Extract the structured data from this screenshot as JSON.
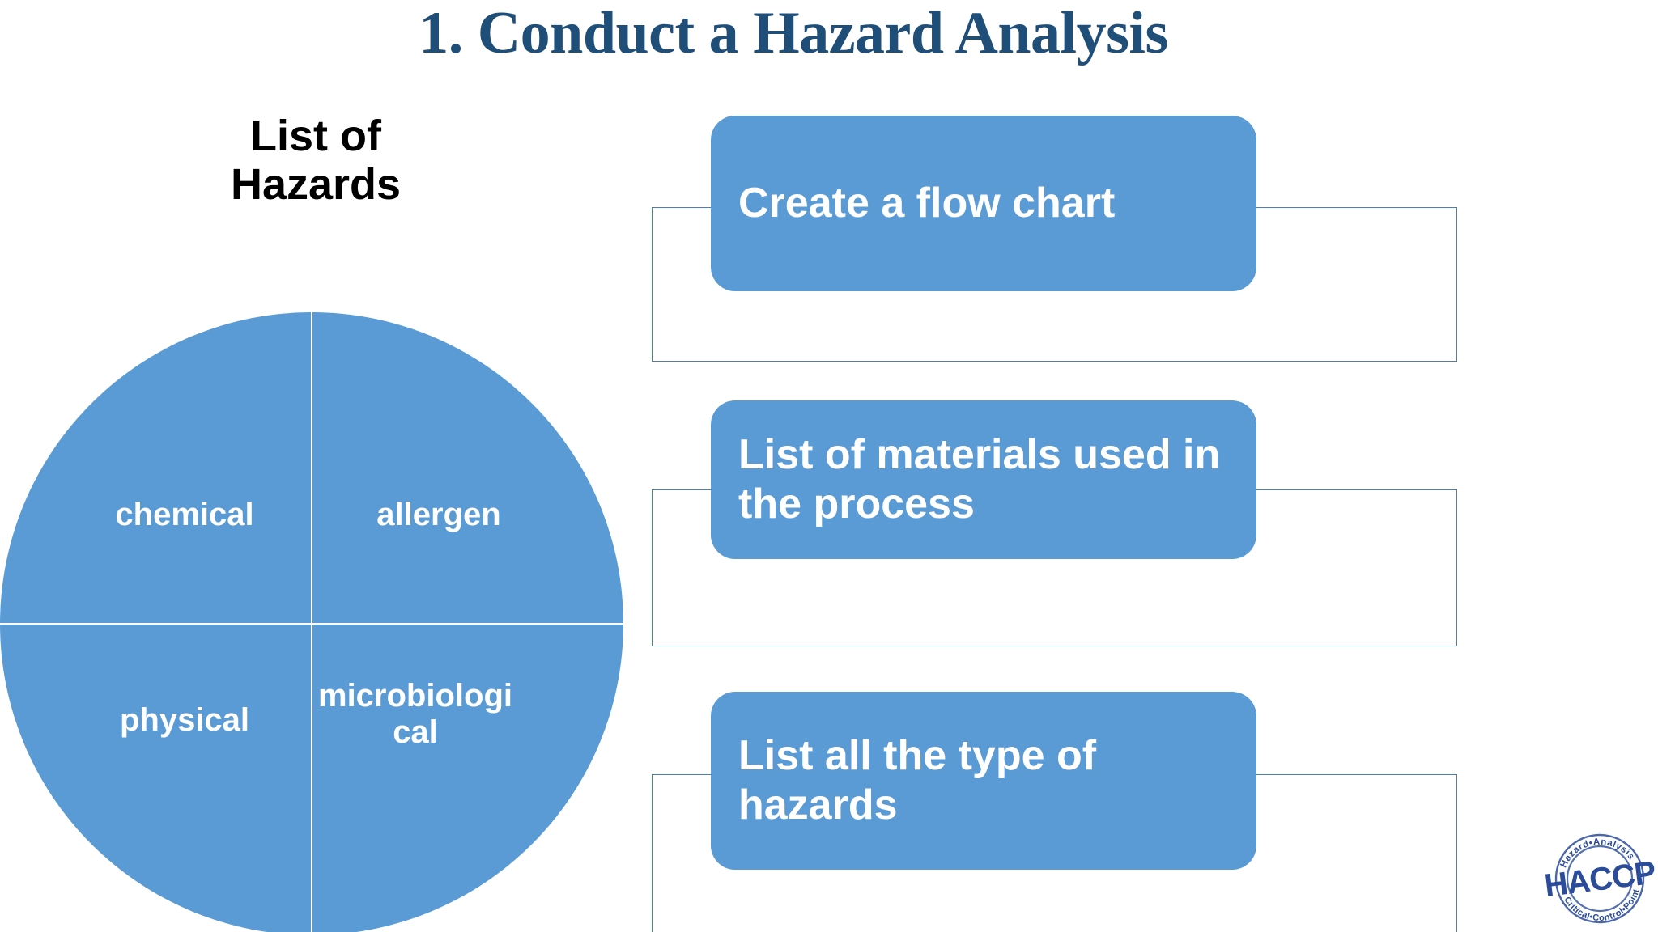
{
  "slide": {
    "title": "1. Conduct a Hazard Analysis",
    "background_color": "#FFFFFF",
    "title_color": "#1F4E79",
    "accent_color": "#5B9BD5",
    "outline_color": "#4A7EBB"
  },
  "hazard_heading": {
    "line1": "List of",
    "line2": "Hazards"
  },
  "chart_data": {
    "type": "pie",
    "title": "List of Hazards",
    "categories": [
      "chemical",
      "allergen",
      "physical",
      "microbiological"
    ],
    "values": [
      25,
      25,
      25,
      25
    ],
    "labels": [
      "chemical",
      "allergen",
      "physical",
      "microbiological"
    ],
    "slice_colors": [
      "#5B9BD5",
      "#5B9BD5",
      "#5B9BD5",
      "#5B9BD5"
    ],
    "divider_color": "#FFFFFF",
    "label_color": "#FFFFFF",
    "legend": "none",
    "grid": false,
    "notes": "Four equal quadrants, all the same blue; labels drawn inside each quadrant. Quadrant order starting upper-left going clockwise: chemical, allergen, microbiological, physical."
  },
  "quadrants": {
    "upper_left": "chemical",
    "upper_right": "allergen",
    "lower_left": "physical",
    "lower_right": "microbiologi\ncal"
  },
  "steps": [
    {
      "label": "Create a flow chart"
    },
    {
      "label": "List of materials used in the process"
    },
    {
      "label": "List all the type of hazards"
    }
  ],
  "stamp": {
    "name": "haccp-stamp",
    "center_text": "HACCP",
    "top_arc_text": "Hazard•Analysis",
    "bottom_arc_text": "Critical•Control•Point",
    "color": "#2B4C9B"
  }
}
